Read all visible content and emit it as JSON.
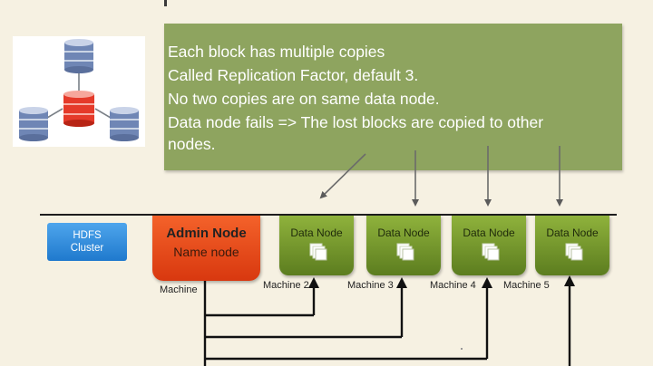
{
  "slide": {
    "note": {
      "lines": [
        "Each block has multiple copies",
        "Called Replication Factor, default 3.",
        "No two copies are on same data node.",
        "Data node fails => The lost blocks are copied to other",
        "nodes."
      ]
    },
    "cluster": {
      "label_line1": "HDFS",
      "label_line2": "Cluster",
      "admin_node": {
        "title": "Admin Node",
        "subtitle": "Name node",
        "machine": "Machine"
      },
      "data_nodes": [
        {
          "title": "Data Node",
          "machine": "Machine 2"
        },
        {
          "title": "Data Node",
          "machine": "Machine 3"
        },
        {
          "title": "Data Node",
          "machine": "Machine 4"
        },
        {
          "title": "Data Node",
          "machine": "Machine 5"
        }
      ]
    },
    "colors": {
      "note_box": "#8ea45f",
      "admin_node": "#e0441a",
      "data_node": "#74962c",
      "hdfs_badge": "#2f8ad9",
      "db_red": "#e53a2a",
      "db_blue": "#6f86b5",
      "background": "#f6f1e2"
    }
  }
}
